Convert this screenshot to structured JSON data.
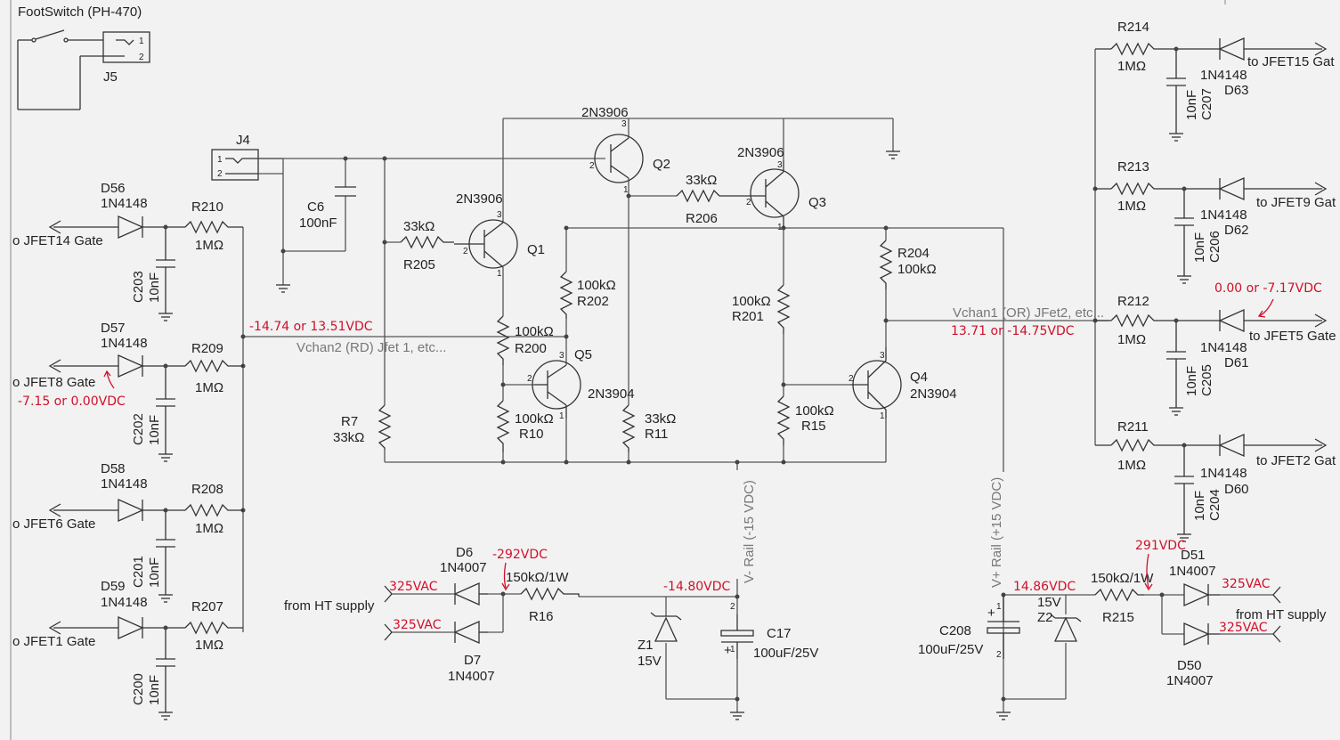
{
  "title": "FootSwitch (PH-470)",
  "connectors": {
    "j5": {
      "ref": "J5",
      "pin1": "1",
      "pin2": "2"
    },
    "j4": {
      "ref": "J4",
      "pin1": "1",
      "pin2": "2"
    }
  },
  "transistors": {
    "q1": {
      "ref": "Q1",
      "part": "2N3906"
    },
    "q2": {
      "ref": "Q2",
      "part": "2N3906"
    },
    "q3": {
      "ref": "Q3",
      "part": "2N3906"
    },
    "q4": {
      "ref": "Q4",
      "part": "2N3904"
    },
    "q5": {
      "ref": "Q5",
      "part": "2N3904"
    }
  },
  "pins": {
    "b": "2",
    "c": "3",
    "e": "1"
  },
  "resistors": {
    "r205": {
      "ref": "R205",
      "value": "33kΩ"
    },
    "r206": {
      "ref": "R206",
      "value": "33kΩ"
    },
    "r202": {
      "ref": "R202",
      "value": "100kΩ"
    },
    "r200": {
      "ref": "R200",
      "value": "100kΩ"
    },
    "r10": {
      "ref": "R10",
      "value": "100kΩ"
    },
    "r11": {
      "ref": "R11",
      "value": "33kΩ"
    },
    "r7": {
      "ref": "R7",
      "value": "33kΩ"
    },
    "r201": {
      "ref": "R201",
      "value": "100kΩ"
    },
    "r204": {
      "ref": "R204",
      "value": "100kΩ"
    },
    "r15": {
      "ref": "R15",
      "value": "100kΩ"
    },
    "r16": {
      "ref": "R16",
      "value": "150kΩ/1W"
    },
    "r215": {
      "ref": "R215",
      "value": "150kΩ/1W"
    },
    "r210": {
      "ref": "R210",
      "value": "1MΩ"
    },
    "r209": {
      "ref": "R209",
      "value": "1MΩ"
    },
    "r208": {
      "ref": "R208",
      "value": "1MΩ"
    },
    "r207": {
      "ref": "R207",
      "value": "1MΩ"
    },
    "r214": {
      "ref": "R214",
      "value": "1MΩ"
    },
    "r213": {
      "ref": "R213",
      "value": "1MΩ"
    },
    "r212": {
      "ref": "R212",
      "value": "1MΩ"
    },
    "r211": {
      "ref": "R211",
      "value": "1MΩ"
    }
  },
  "capacitors": {
    "c6": {
      "ref": "C6",
      "value": "100nF"
    },
    "c17": {
      "ref": "C17",
      "value": "100uF/25V"
    },
    "c208": {
      "ref": "C208",
      "value": "100uF/25V"
    },
    "c203": {
      "ref": "C203",
      "value": "10nF"
    },
    "c202": {
      "ref": "C202",
      "value": "10nF"
    },
    "c201": {
      "ref": "C201",
      "value": "10nF"
    },
    "c200": {
      "ref": "C200",
      "value": "10nF"
    },
    "c207": {
      "ref": "C207",
      "value": "10nF"
    },
    "c206": {
      "ref": "C206",
      "value": "10nF"
    },
    "c205": {
      "ref": "C205",
      "value": "10nF"
    },
    "c204": {
      "ref": "C204",
      "value": "10nF"
    },
    "plus": "+",
    "pin1": "1",
    "pin2": "2"
  },
  "diodes": {
    "d56": {
      "ref": "D56",
      "part": "1N4148"
    },
    "d57": {
      "ref": "D57",
      "part": "1N4148"
    },
    "d58": {
      "ref": "D58",
      "part": "1N4148"
    },
    "d59": {
      "ref": "D59",
      "part": "1N4148"
    },
    "d63": {
      "ref": "D63",
      "part": "1N4148"
    },
    "d62": {
      "ref": "D62",
      "part": "1N4148"
    },
    "d61": {
      "ref": "D61",
      "part": "1N4148"
    },
    "d60": {
      "ref": "D60",
      "part": "1N4148"
    },
    "d6": {
      "ref": "D6",
      "part": "1N4007"
    },
    "d7": {
      "ref": "D7",
      "part": "1N4007"
    },
    "d51": {
      "ref": "D51",
      "part": "1N4007"
    },
    "d50": {
      "ref": "D50",
      "part": "1N4007"
    },
    "z1": {
      "ref": "Z1",
      "part": "15V"
    },
    "z2": {
      "ref": "Z2",
      "part": "15V"
    }
  },
  "outputs_left": [
    "o JFET14 Gate",
    "o JFET8 Gate",
    "o JFET6 Gate",
    "o JFET1 Gate"
  ],
  "outputs_right": [
    "to JFET15 Gat",
    "to JFET9 Gat",
    "to JFET5 Gate",
    "to JFET2 Gat"
  ],
  "nets": {
    "vchan2": "Vchan2 (RD) Jfet 1, etc...",
    "vchan1": "Vchan1 (OR) JFet2, etc...",
    "vminus": "V- Rail (-15 VDC)",
    "vplus": "V+ Rail (+15 VDC)",
    "ht_left": "from HT supply",
    "ht_right": "from HT supply"
  },
  "measurements": {
    "vchan2": "-14.74 or 13.51VDC",
    "vchan1": "13.71 or -14.75VDC",
    "jfet8": "-7.15 or 0.00VDC",
    "jfet5": "0.00 or -7.17VDC",
    "neg292": "-292VDC",
    "neg1480": "-14.80VDC",
    "pos291": "291VDC",
    "pos1486": "14.86VDC",
    "ac1": "325VAC",
    "ac2": "325VAC",
    "ac3": "325VAC",
    "ac4": "325VAC"
  },
  "colors": {
    "annotation": "#d0102a",
    "wire": "#555555",
    "background": "#f2f2f2"
  }
}
